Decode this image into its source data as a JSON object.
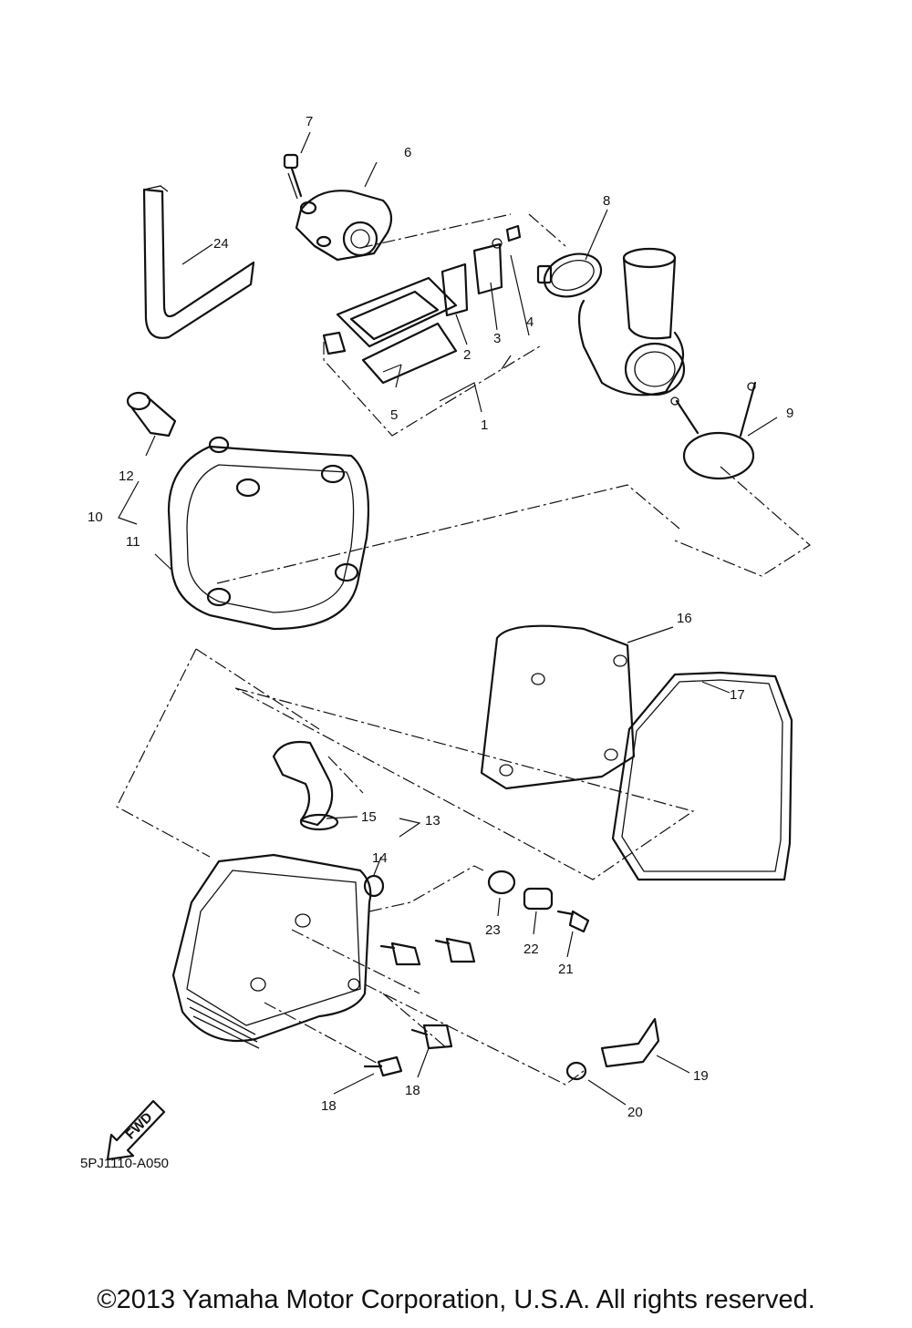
{
  "diagram": {
    "callouts": {
      "c1": "1",
      "c2": "2",
      "c3": "3",
      "c4": "4",
      "c5": "5",
      "c6": "6",
      "c7": "7",
      "c8": "8",
      "c9": "9",
      "c10": "10",
      "c11": "11",
      "c12": "12",
      "c13": "13",
      "c14": "14",
      "c15": "15",
      "c16": "16",
      "c17": "17",
      "c18a": "18",
      "c18b": "18",
      "c19": "19",
      "c20": "20",
      "c21": "21",
      "c22": "22",
      "c23": "23",
      "c24": "24"
    },
    "fwd_label": "FWD",
    "ref_code": "5PJ1110-A050"
  },
  "footer": {
    "copyright": "©2013 Yamaha Motor Corporation, U.S.A. All rights reserved."
  }
}
